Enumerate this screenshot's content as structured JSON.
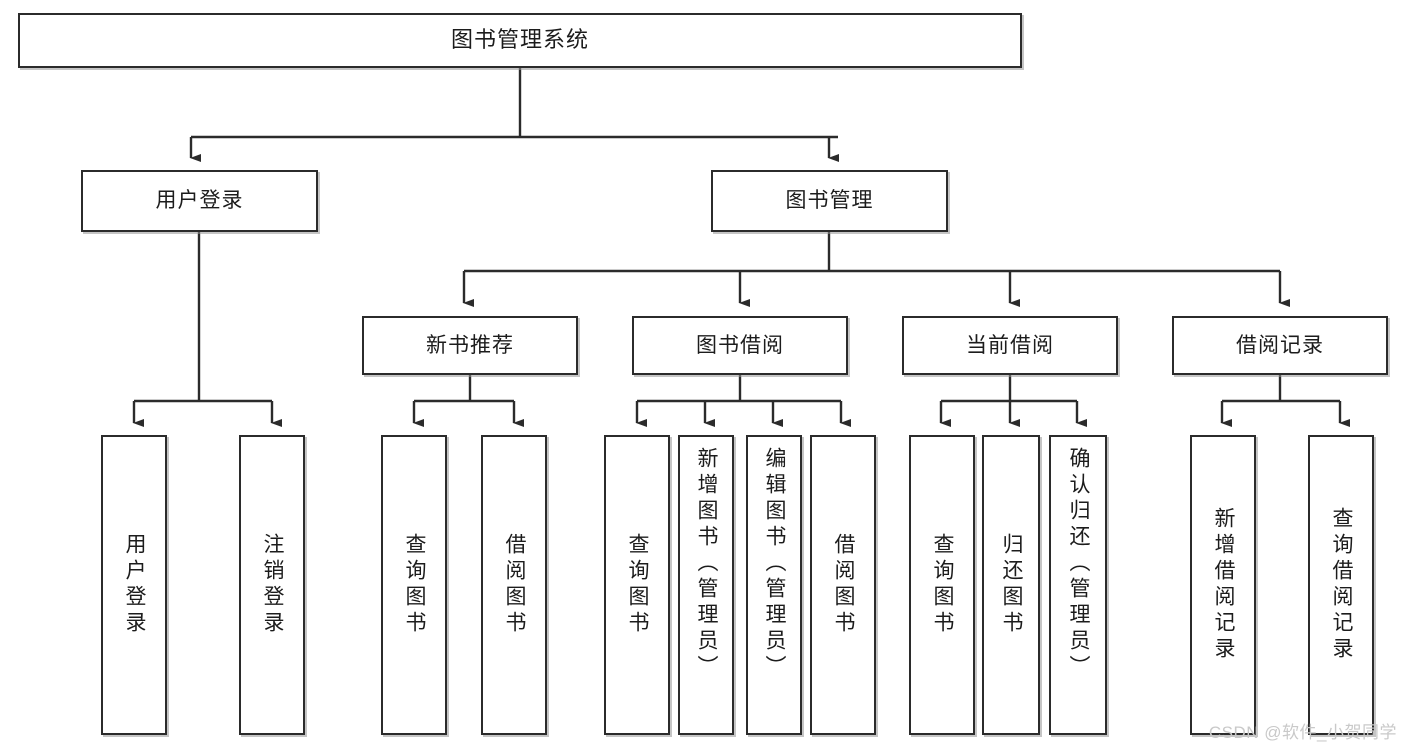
{
  "diagram": {
    "title": "图书管理系统",
    "type": "功能结构图",
    "root": {
      "label": "图书管理系统"
    },
    "level2": [
      {
        "id": "user-login",
        "label": "用户登录"
      },
      {
        "id": "book-management",
        "label": "图书管理"
      }
    ],
    "level3": [
      {
        "id": "new-book-recommend",
        "label": "新书推荐",
        "parent": "book-management"
      },
      {
        "id": "book-borrow",
        "label": "图书借阅",
        "parent": "book-management"
      },
      {
        "id": "current-borrow",
        "label": "当前借阅",
        "parent": "book-management"
      },
      {
        "id": "borrow-record",
        "label": "借阅记录",
        "parent": "book-management"
      }
    ],
    "leaves": [
      {
        "id": "leaf-user-login",
        "label": "用户登录",
        "parent": "user-login"
      },
      {
        "id": "leaf-logout-login",
        "label": "注销登录",
        "parent": "user-login"
      },
      {
        "id": "leaf-query-book-1",
        "label": "查询图书",
        "parent": "new-book-recommend"
      },
      {
        "id": "leaf-borrow-book-1",
        "label": "借阅图书",
        "parent": "new-book-recommend"
      },
      {
        "id": "leaf-query-book-2",
        "label": "查询图书",
        "parent": "book-borrow"
      },
      {
        "id": "leaf-add-book-admin",
        "label": "新增图书（管理员）",
        "parent": "book-borrow"
      },
      {
        "id": "leaf-edit-book-admin",
        "label": "编辑图书（管理员）",
        "parent": "book-borrow"
      },
      {
        "id": "leaf-borrow-book-2",
        "label": "借阅图书",
        "parent": "book-borrow"
      },
      {
        "id": "leaf-query-book-3",
        "label": "查询图书",
        "parent": "current-borrow"
      },
      {
        "id": "leaf-return-book",
        "label": "归还图书",
        "parent": "current-borrow"
      },
      {
        "id": "leaf-confirm-return-admin",
        "label": "确认归还（管理员）",
        "parent": "current-borrow"
      },
      {
        "id": "leaf-add-borrow-record",
        "label": "新增借阅记录",
        "parent": "borrow-record"
      },
      {
        "id": "leaf-query-borrow-record",
        "label": "查询借阅记录",
        "parent": "borrow-record"
      }
    ],
    "watermark": "CSDN @软件_小贺同学",
    "colors": {
      "box_border": "#2b2b2b",
      "box_fill": "#ffffff",
      "connector": "#2b2b2b",
      "text": "#1c1c1c",
      "watermark": "#c9c9c9",
      "background": "#ffffff"
    }
  }
}
